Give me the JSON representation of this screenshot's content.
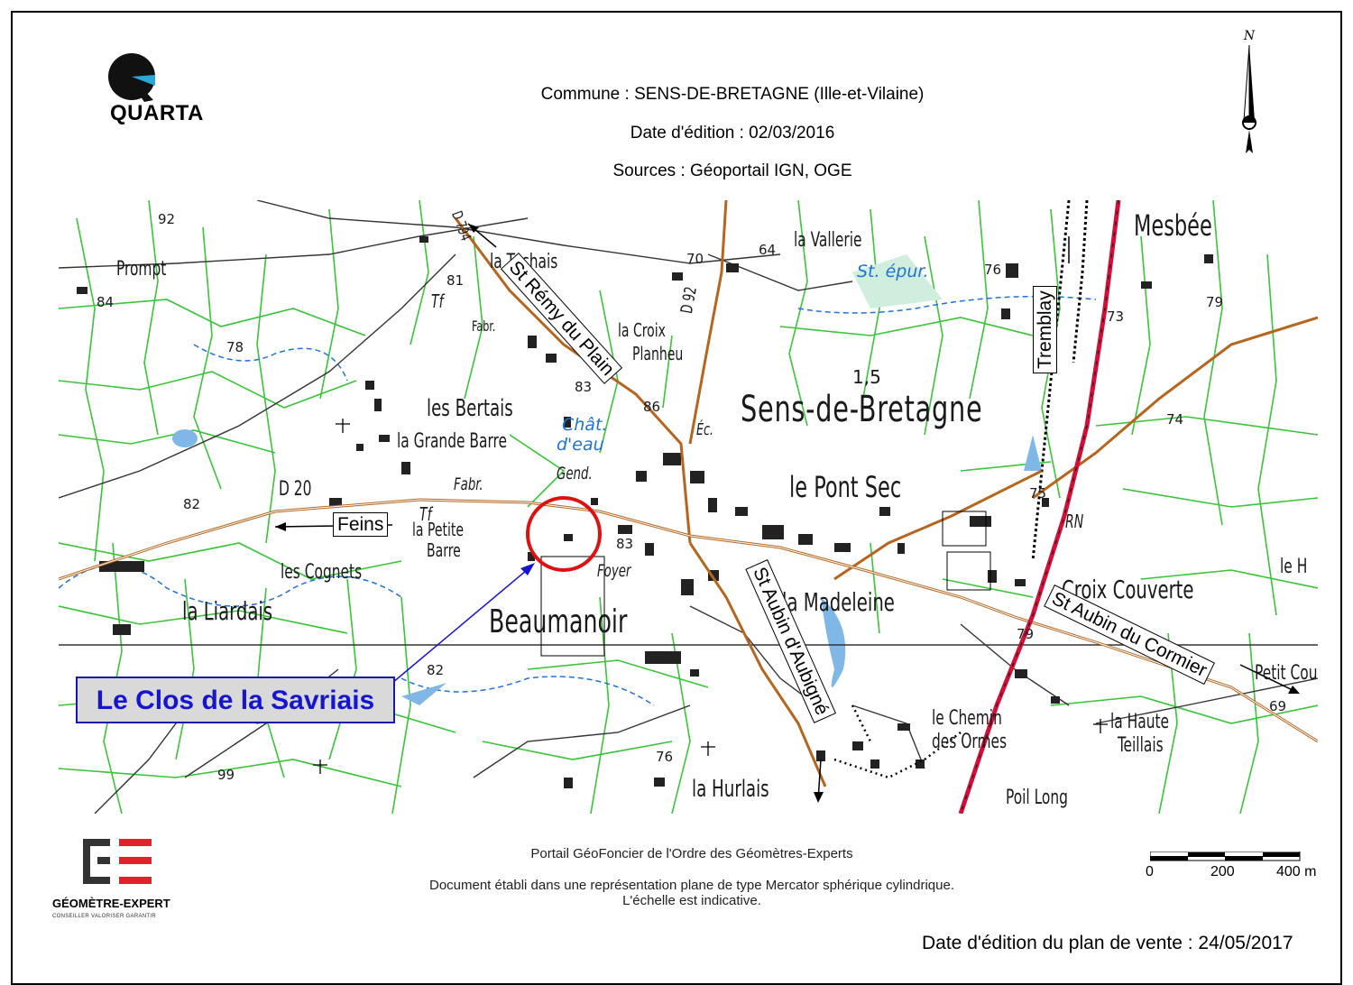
{
  "header": {
    "commune": "Commune : SENS-DE-BRETAGNE (Ille-et-Vilaine)",
    "date_edition": "Date d'édition : 02/03/2016",
    "sources": "Sources : Géoportail IGN, OGE"
  },
  "logo": {
    "name": "QUARTA",
    "icon": "quarta-logo-icon"
  },
  "north_arrow": {
    "letter": "N",
    "icon": "north-arrow-icon"
  },
  "map": {
    "town": "Sens-de-Bretagne",
    "places": [
      "Prompt",
      "la Tuchais",
      "la Vallerie",
      "Mesbée",
      "les Bertais",
      "la Grande Barre",
      "le Pont Sec",
      "la Petite",
      "Barre",
      "les Cognets",
      "la Liardais",
      "Beaumanoir",
      "la Madeleine",
      "Croix Couverte",
      "le Chemin",
      "des Ormes",
      "la Haute",
      "Teillais",
      "la Hurlais",
      "Poil Long",
      "la Croix",
      "Planheu",
      "Fabr.",
      "Gend.",
      "Foyer",
      "Tf",
      "Éc.",
      "le H",
      "Petit Cou"
    ],
    "water_labels": [
      "St. épur.",
      "Chât.",
      "d'eau"
    ],
    "numbers": [
      "92",
      "84",
      "78",
      "81",
      "70",
      "64",
      "76",
      "73",
      "79",
      "83",
      "86",
      "1,5",
      "74",
      "75",
      "82",
      "83",
      "82",
      "79",
      "69",
      "76",
      "99"
    ],
    "roads": [
      "D 20",
      "D 92",
      "RN",
      "D 794"
    ],
    "direction_labels": [
      "St Rémy du Plain",
      "Tremblay",
      "Feins",
      "St Aubin d'Aubigné",
      "St Aubin du Cormier"
    ],
    "marker_icon": "circle-marker-icon"
  },
  "callout": {
    "label": "Le Clos de la Savriais"
  },
  "footer": {
    "portal": "Portail GéoFoncier de l'Ordre des Géomètres-Experts",
    "projection_line1": "Document établi dans une représentation plane de type Mercator sphérique cylindrique.",
    "projection_line2": "L'échelle est indicative.",
    "ge_name": "GÉOMÈTRE-EXPERT",
    "ge_tagline": "CONSEILLER VALORISER GARANTIR",
    "vente": "Date d'édition du plan de vente :  24/05/2017"
  },
  "scale_bar": {
    "labels": [
      "0",
      "200",
      "400 m"
    ]
  },
  "colors": {
    "road": "#b5651d",
    "nationale": "#d0103a",
    "parcels": "#39c439",
    "water": "#1e73d6",
    "callout_text": "#1515d0",
    "marker": "#e01010"
  }
}
